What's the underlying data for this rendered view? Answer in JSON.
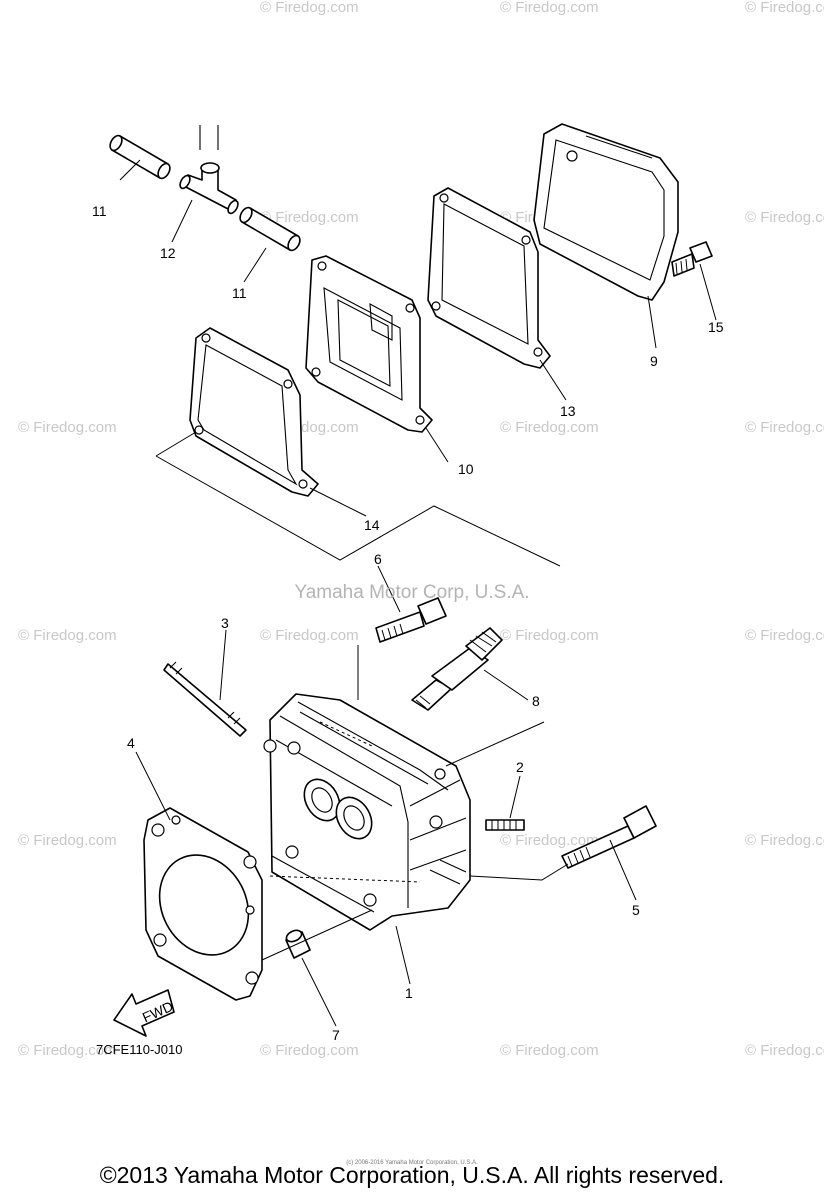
{
  "watermark_text": "© Firedog.com",
  "center_watermark": "Yamaha Motor Corp, U.S.A.",
  "diagram_code": "7CFE110-J010",
  "fwd_label": "FWD",
  "footer_copyright": "©2013 Yamaha Motor Corporation, U.S.A. All rights reserved.",
  "footer_small_note": "(c) 2006-2016 Yamaha Motor Corporation, U.S.A.",
  "callouts": [
    "1",
    "2",
    "3",
    "4",
    "5",
    "6",
    "7",
    "8",
    "9",
    "10",
    "11",
    "11",
    "12",
    "13",
    "14",
    "15"
  ]
}
